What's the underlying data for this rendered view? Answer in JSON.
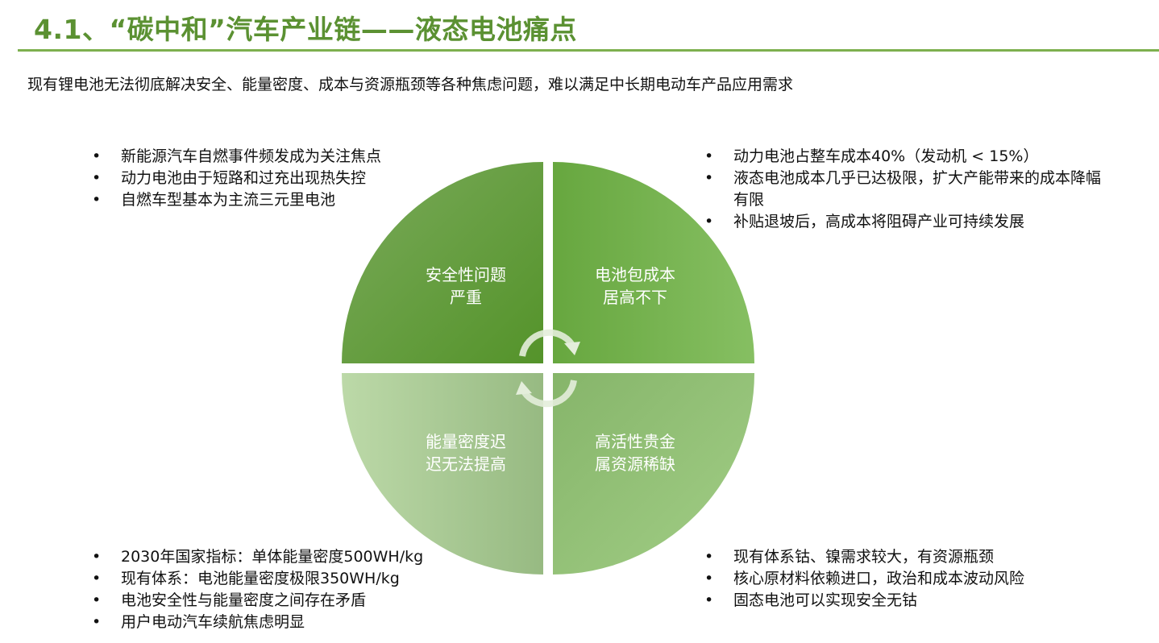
{
  "title": "4.1、“碳中和”汽车产业链——液态电池痛点",
  "subtitle": "现有锂电池无法彻底解决安全、能量密度、成本与资源瓶颈等各种焦虑问题，难以满足中长期电动车产品应用需求",
  "quadrants": [
    {
      "label": [
        "安全性问题",
        "严重"
      ],
      "bullets": [
        "新能源汽车自燃事件频发成为关注焦点",
        "动力电池由于短路和过充出现热失控",
        "自燃车型基本为主流三元里电池"
      ]
    },
    {
      "label": [
        "电池包成本",
        "居高不下"
      ],
      "bullets": [
        "动力电池占整车成本40%（发动机 < 15%）",
        "液态电池成本几乎已达极限，扩大产能带来的成本降幅有限",
        "补贴退坡后，高成本将阻碍产业可持续发展"
      ]
    },
    {
      "label": [
        "能量密度迟",
        "迟无法提高"
      ],
      "bullets": [
        "2030年国家指标：单体能量密度500WH/kg",
        "现有体系：电池能量密度极限350WH/kg",
        "电池安全性与能量密度之间存在矛盾",
        "用户电动汽车续航焦虑明显"
      ]
    },
    {
      "label": [
        "高活性贵金",
        "属资源稀缺"
      ],
      "bullets": [
        "现有体系钴、镍需求较大，有资源瓶颈",
        "核心原材料依赖进口，政治和成本波动风险",
        "固态电池可以实现安全无钴"
      ]
    }
  ],
  "colors": {
    "title": "#5b9132",
    "rule": "#7db04e"
  }
}
